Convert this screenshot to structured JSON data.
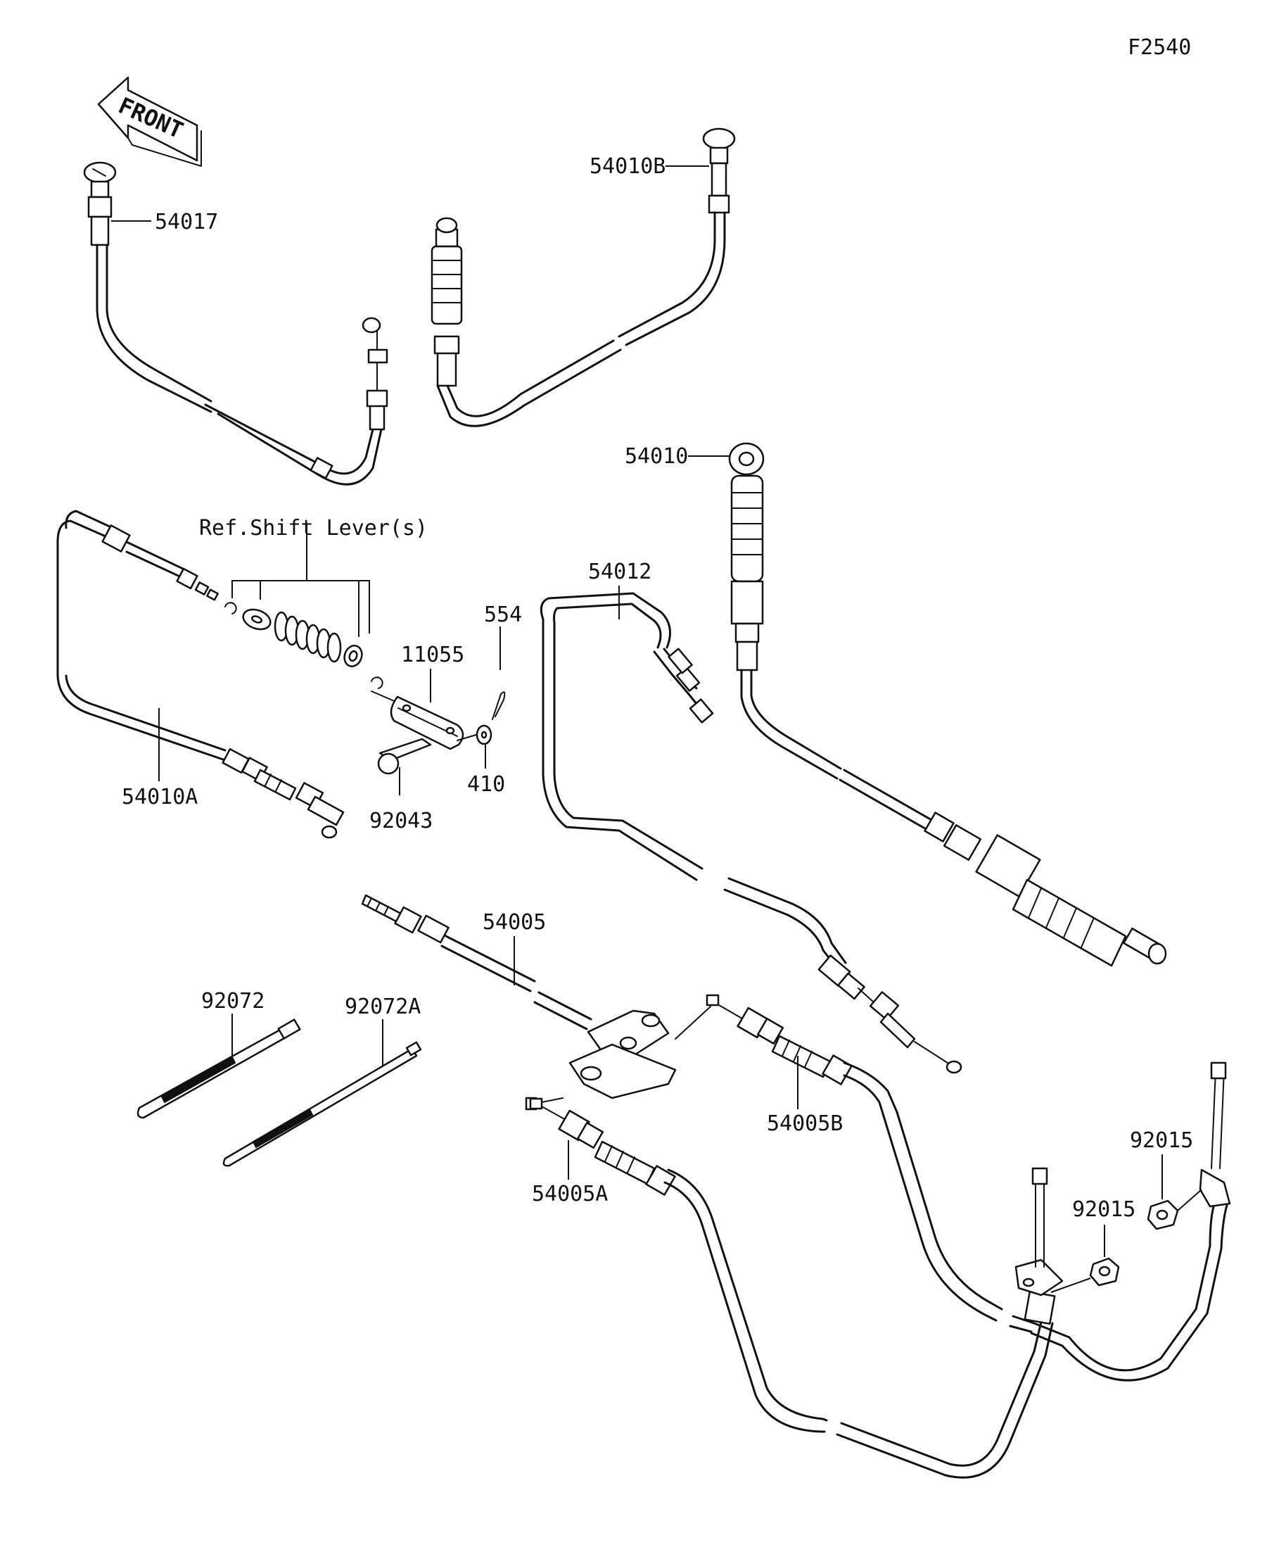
{
  "figure_code": "F2540",
  "front_label": "FRONT",
  "part_labels": {
    "p54017": "54017",
    "p54010B": "54010B",
    "p54010": "54010",
    "ref_shift": "Ref.Shift Lever(s)",
    "p54012": "54012",
    "p554": "554",
    "p11055": "11055",
    "p410": "410",
    "p54010A": "54010A",
    "p92043": "92043",
    "p54005": "54005",
    "p92072": "92072",
    "p92072A": "92072A",
    "p54005B": "54005B",
    "p54005A": "54005A",
    "p92015a": "92015",
    "p92015b": "92015"
  }
}
